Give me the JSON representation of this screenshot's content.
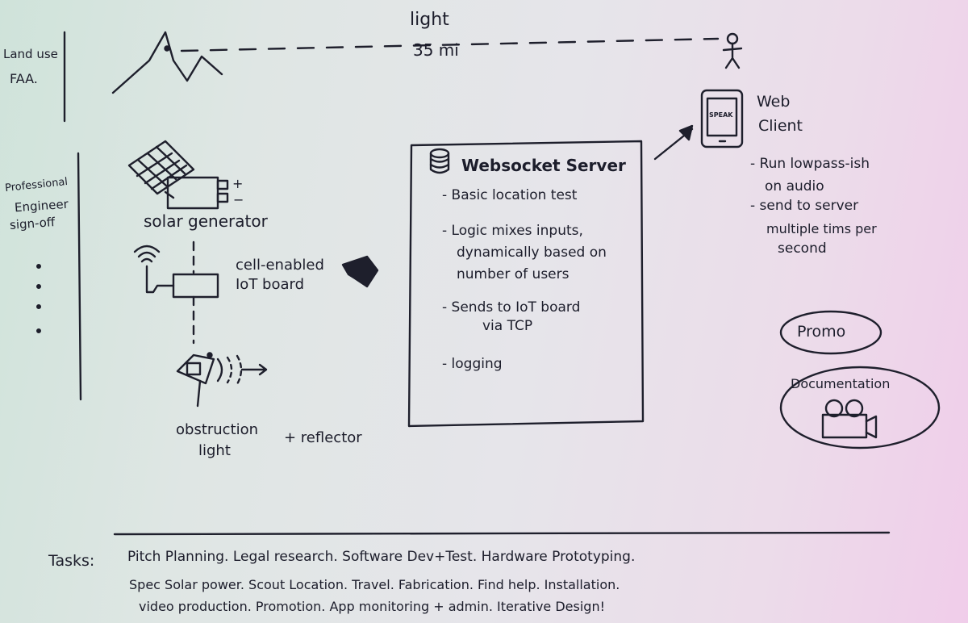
{
  "sidebar": {
    "land_label_1": "Land use",
    "land_label_2": "FAA.",
    "pe_1": "Professional",
    "pe_2": "Engineer",
    "pe_3": "sign-off"
  },
  "top": {
    "light_label": "light",
    "distance_label": "35 mi"
  },
  "hardware": {
    "solar_label": "solar generator",
    "iot_label_1": "cell-enabled",
    "iot_label_2": "IoT board",
    "obstruction_1": "obstruction",
    "obstruction_2": "light",
    "reflector_label": "+ reflector",
    "plus": "+",
    "minus": "−"
  },
  "server": {
    "title": "Websocket Server",
    "bullets": [
      "- Basic location test",
      "- Logic mixes inputs,",
      "dynamically based on",
      "number of users",
      "- Sends to IoT board",
      "via TCP",
      "- logging"
    ]
  },
  "client": {
    "phone_text": "SPEAK",
    "title_1": "Web",
    "title_2": "Client",
    "bullets": [
      "- Run lowpass-ish",
      "on audio",
      "- send to server",
      "multiple tims per",
      "second"
    ]
  },
  "bubbles": {
    "promo": "Promo",
    "documentation": "Documentation"
  },
  "tasks": {
    "label": "Tasks:",
    "line1": "Pitch Planning. Legal research. Software Dev+Test. Hardware Prototyping.",
    "line2": "Spec Solar power. Scout Location. Travel. Fabrication. Find help. Installation.",
    "line3": "video production. Promotion. App monitoring + admin. Iterative Design!"
  },
  "colors": {
    "paper_left": "#cfe3da",
    "paper_right": "#f0cdea",
    "ink": "#1e1f2c"
  }
}
